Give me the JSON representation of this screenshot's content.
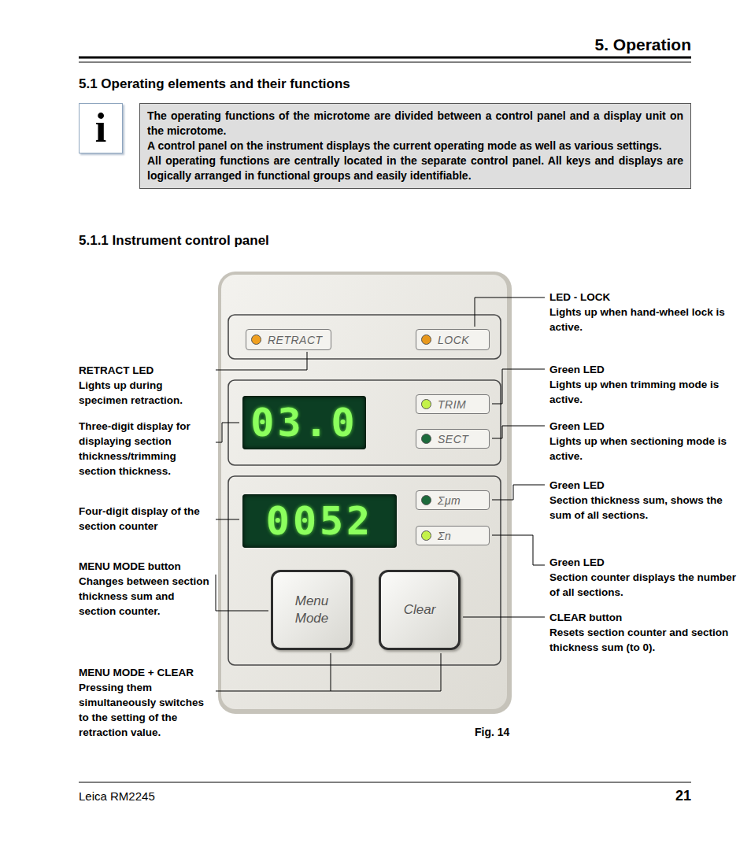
{
  "diagram": {
    "title": "5. Operation",
    "caption": "Fig. 14",
    "nodes": [
      {
        "text": [
          "i"
        ]
      },
      {
        "text": [
          "The operating functions of the microtome are divided between a control panel and a display unit on the microtome.",
          "A control panel on the instrument displays the current operating mode as well as various settings.",
          "All operating functions are centrally located in the separate control panel. All keys and displays are logically arranged in functional groups and easily identifiable."
        ]
      },
      {
        "text": [
          "RETRACT"
        ]
      },
      {
        "text": [
          "LOCK"
        ]
      },
      {
        "text": [
          "03.0"
        ]
      },
      {
        "text": [
          "TRIM"
        ]
      },
      {
        "text": [
          "SECT"
        ]
      },
      {
        "text": [
          "0052"
        ]
      },
      {
        "text": [
          "Σμm"
        ]
      },
      {
        "text": [
          "Σn"
        ]
      },
      {
        "text": [
          "Menu Mode"
        ]
      },
      {
        "text": [
          "Clear"
        ]
      }
    ],
    "labels": [
      "5.1 Operating elements and their functions",
      "5.1.1 Instrument control panel",
      "RETRACT LED",
      "Lights up during specimen retraction.",
      "Three-digit display for displaying section thickness/trimming section thickness.",
      "Four-digit display of the section counter",
      "MENU MODE button",
      "Changes between section thickness sum and section counter.",
      "MENU MODE + CLEAR",
      "Pressing them simultaneously switches to the setting of the retraction value.",
      "LED - LOCK",
      "Lights up when hand-wheel lock is active.",
      "Green LED",
      "Lights up when trimming mode is active.",
      "Green LED",
      "Lights up when sectioning mode is active.",
      "Green LED",
      "Section thickness sum, shows the sum of all sections.",
      "Green LED",
      "Section counter displays the number of all sections.",
      "CLEAR button",
      "Resets section counter and section thickness sum (to 0).",
      "Leica RM2245",
      "21"
    ]
  }
}
